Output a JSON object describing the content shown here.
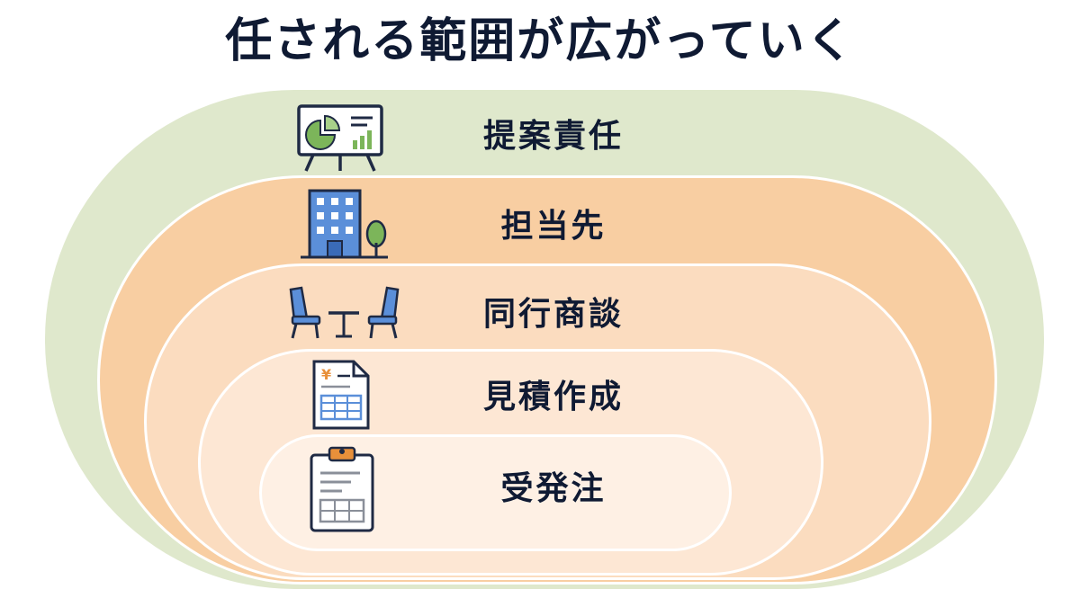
{
  "title": "任される範囲が広がっていく",
  "rings": [
    {
      "label": "提案責任",
      "icon": "presentation-board-icon",
      "fill": "#dfe8cc"
    },
    {
      "label": "担当先",
      "icon": "office-building-icon",
      "fill": "#f8cea2"
    },
    {
      "label": "同行商談",
      "icon": "meeting-chairs-icon",
      "fill": "#fbdcbf"
    },
    {
      "label": "見積作成",
      "icon": "yen-document-icon",
      "fill": "#fde7d4"
    },
    {
      "label": "受発注",
      "icon": "clipboard-icon",
      "fill": "#fef0e4"
    }
  ],
  "colors": {
    "title_text": "#0f1a33",
    "icon_outline": "#1f2a44",
    "icon_blue": "#5b8fd9",
    "icon_green": "#7cb55a",
    "icon_orange": "#e8903a"
  }
}
